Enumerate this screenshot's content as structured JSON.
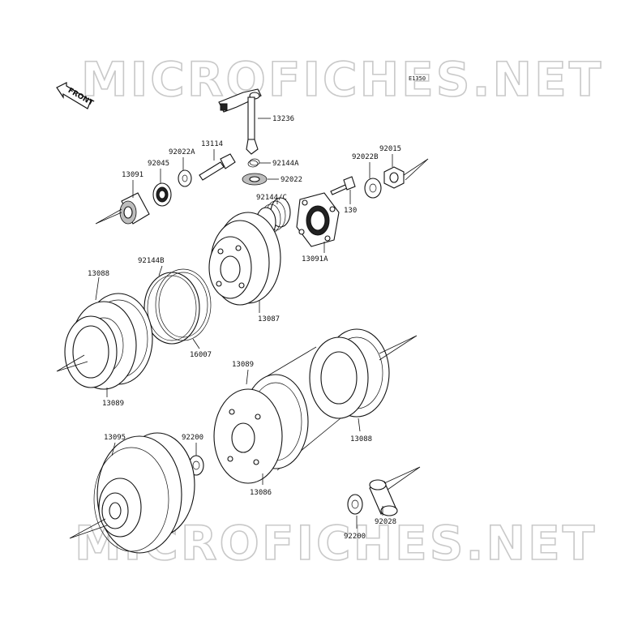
{
  "watermark_top": "MICROFICHES.NET",
  "watermark_bottom": "MICROFICHES.NET",
  "diagram_code": "E1350",
  "front_label": "FRONT",
  "labels": [
    {
      "id": "13236",
      "text": "13236"
    },
    {
      "id": "13114",
      "text": "13114"
    },
    {
      "id": "92022A",
      "text": "92022A"
    },
    {
      "id": "92045",
      "text": "92045"
    },
    {
      "id": "13091",
      "text": "13091"
    },
    {
      "id": "92144A",
      "text": "92144A"
    },
    {
      "id": "92022",
      "text": "92022"
    },
    {
      "id": "92144C",
      "text": "92144/C"
    },
    {
      "id": "92022B",
      "text": "92022B"
    },
    {
      "id": "92015",
      "text": "92015"
    },
    {
      "id": "130",
      "text": "130"
    },
    {
      "id": "13091A",
      "text": "13091A"
    },
    {
      "id": "92144B",
      "text": "92144B"
    },
    {
      "id": "13088a",
      "text": "13088"
    },
    {
      "id": "13087",
      "text": "13087"
    },
    {
      "id": "16007",
      "text": "16007"
    },
    {
      "id": "13089a",
      "text": "13089"
    },
    {
      "id": "13088b",
      "text": "13088"
    },
    {
      "id": "13089b",
      "text": "13089"
    },
    {
      "id": "13095",
      "text": "13095"
    },
    {
      "id": "92200a",
      "text": "92200"
    },
    {
      "id": "13086",
      "text": "13086"
    },
    {
      "id": "92028",
      "text": "92028"
    },
    {
      "id": "92200b",
      "text": "92200"
    }
  ]
}
